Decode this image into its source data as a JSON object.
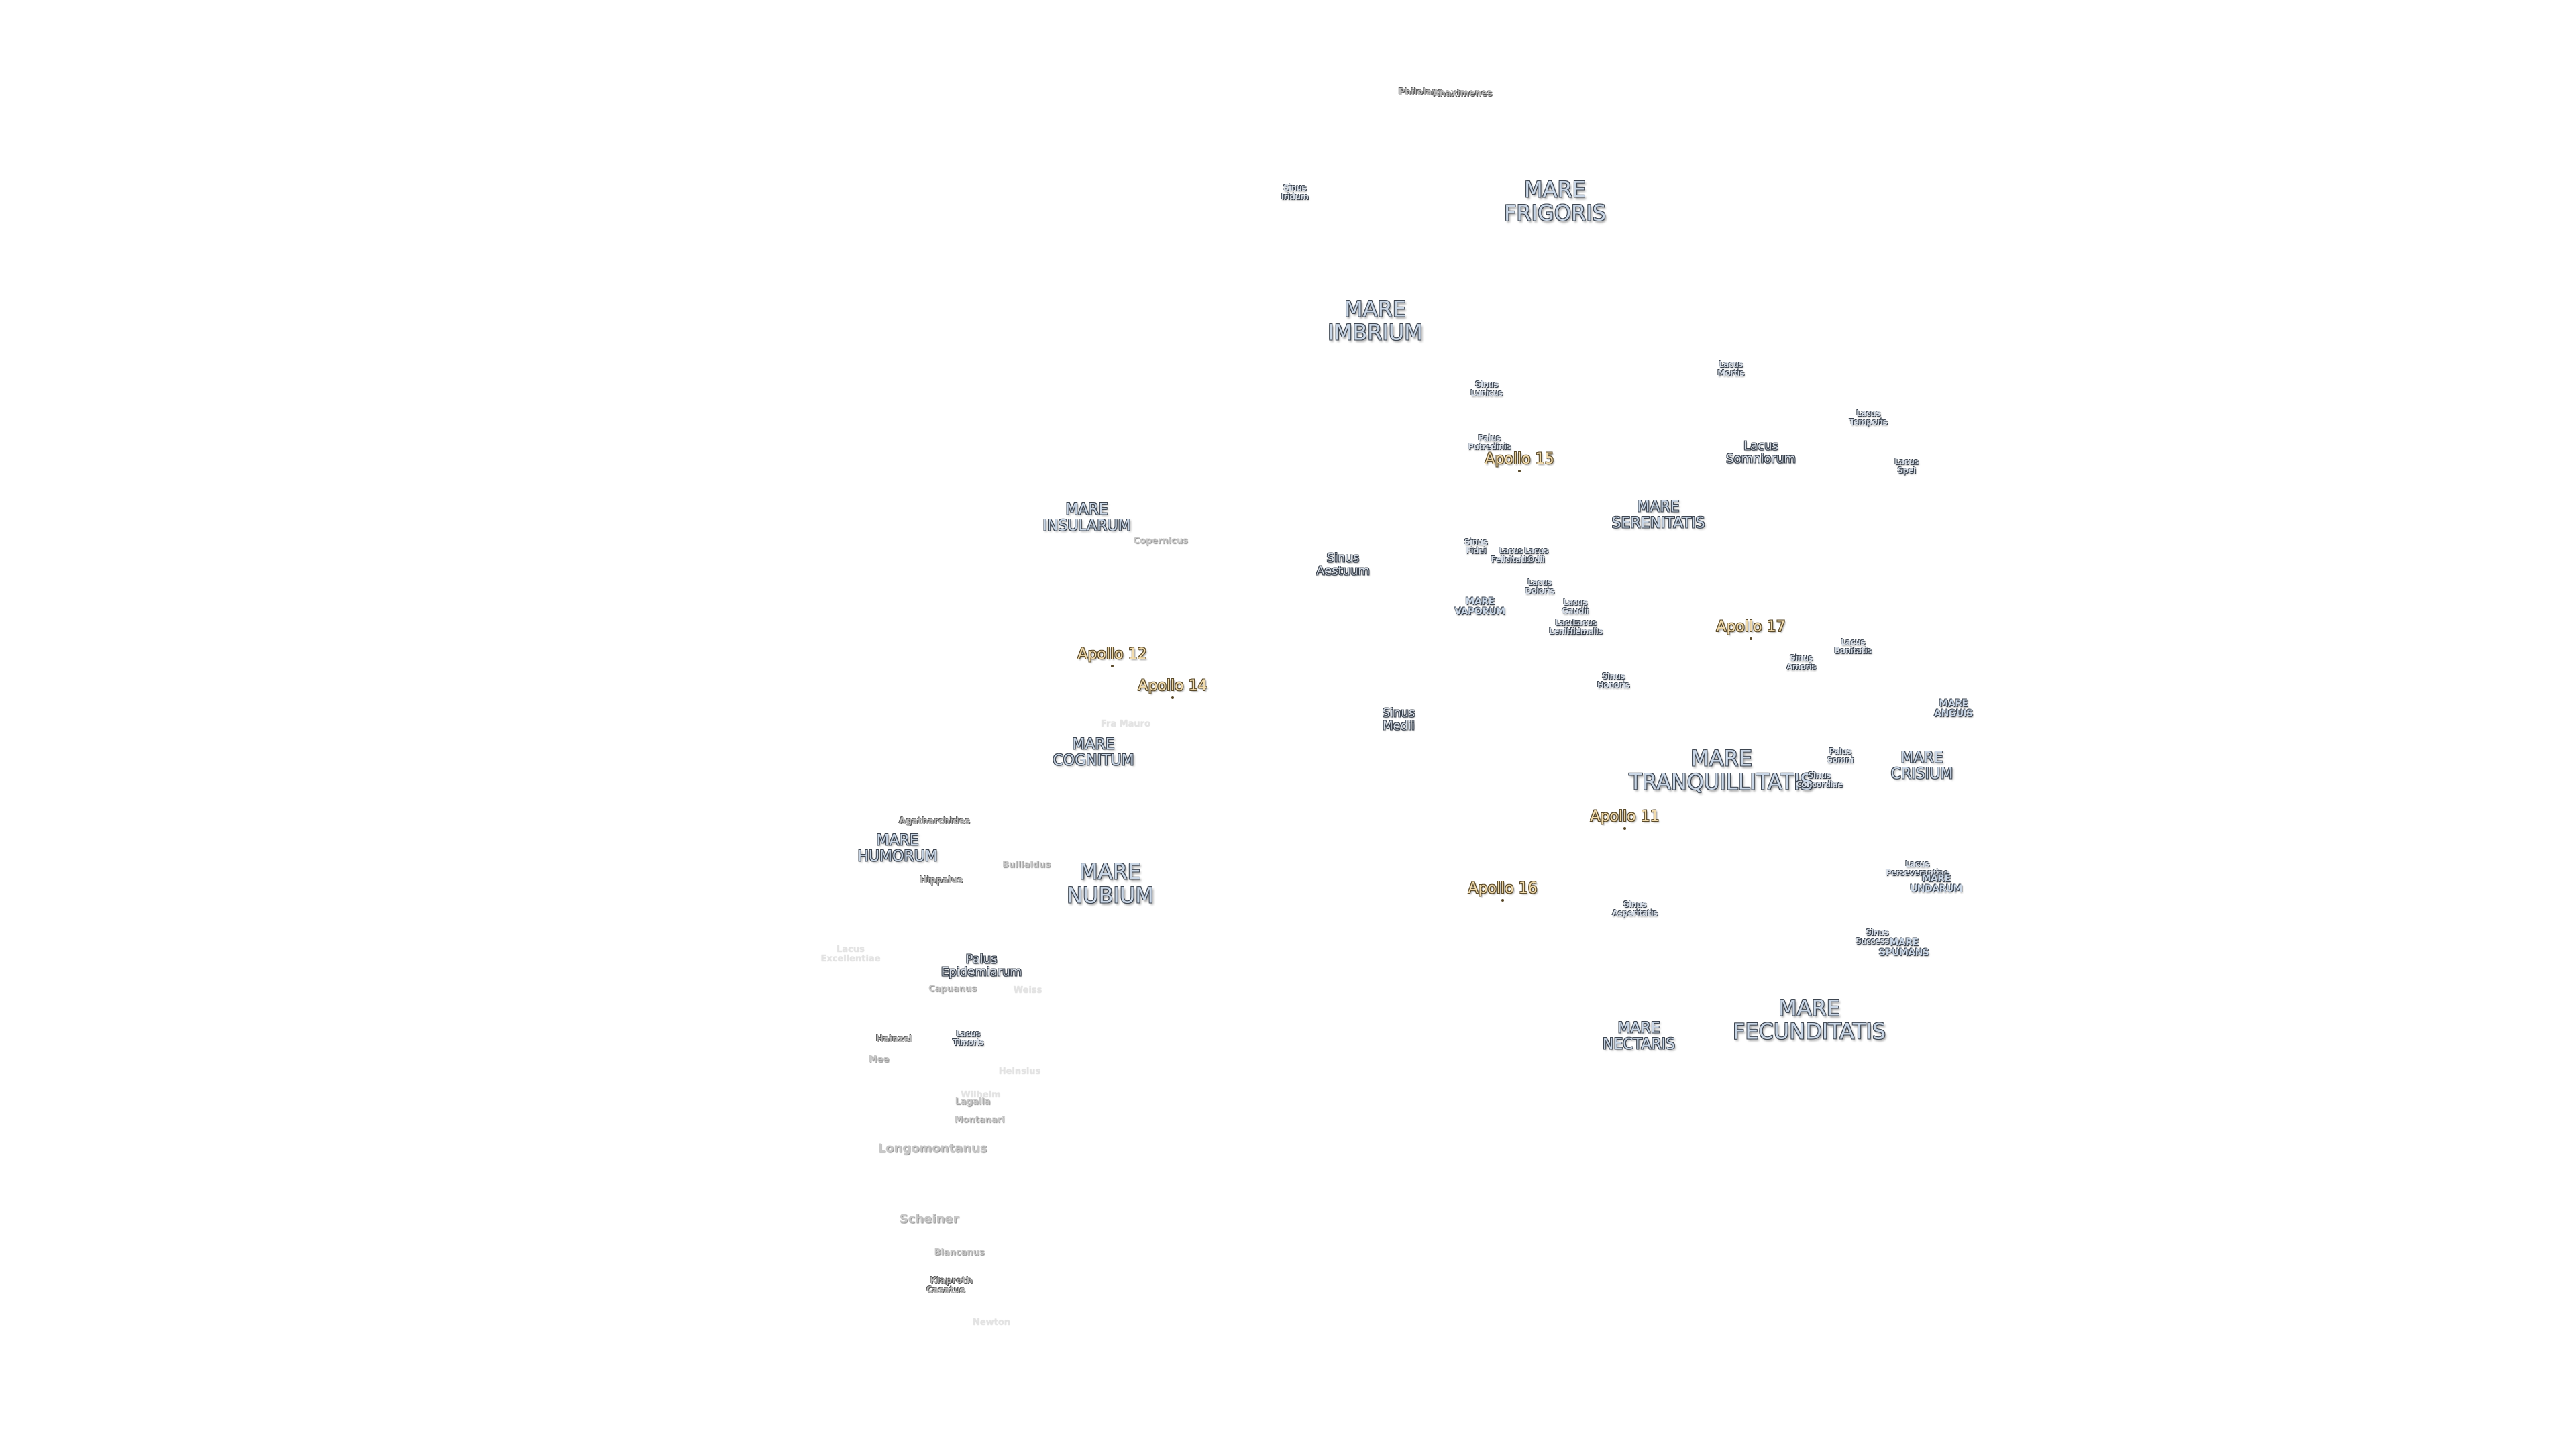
{
  "map": {
    "background": "#ffffff",
    "apollo_color": "#f2dcae",
    "label_color": "#c9d6e6"
  },
  "labels": {
    "philolaus": "Philolaus",
    "anaximenes": "Anaximenes",
    "mare_frigoris": [
      "MARE",
      "FRIGORIS"
    ],
    "sinus_iridum": [
      "Sinus",
      "Iridum"
    ],
    "mare_imbrium": [
      "MARE",
      "IMBRIUM"
    ],
    "sinus_lunicus": [
      "Sinus",
      "Lunicus"
    ],
    "lacus_mortis": [
      "Lacus",
      "Mortis"
    ],
    "palus_putredinis": [
      "Palus",
      "Putredinis"
    ],
    "apollo_15": "Apollo 15",
    "lacus_somniorum": [
      "Lacus",
      "Somniorum"
    ],
    "lacus_temporis": [
      "Lacus",
      "Temporis"
    ],
    "lacus_spei": [
      "Lacus",
      "Spei"
    ],
    "mare_insularum": [
      "MARE",
      "INSULARUM"
    ],
    "copernicus": "Copernicus",
    "mare_serenitatis": [
      "MARE",
      "SERENITATIS"
    ],
    "sinus_aestuum": [
      "Sinus",
      "Aestuum"
    ],
    "sinus_fidei": [
      "Sinus",
      "Fidei"
    ],
    "lacus_felicitatis": [
      "Lacus",
      "Felicitatis"
    ],
    "lacus_odii": [
      "Lacus",
      "Odii"
    ],
    "lacus_doloris": [
      "Lacus",
      "Doloris"
    ],
    "mare_vaporum": [
      "MARE",
      "VAPORUM"
    ],
    "lacus_gaudii": [
      "Lacus",
      "Gaudii"
    ],
    "lacus_lenitatis": [
      "Lacus",
      "Lenitatis"
    ],
    "lacus_hiemalis": [
      "Lacus",
      "Hiemalis"
    ],
    "apollo_17": "Apollo 17",
    "lacus_bonitatis": [
      "Lacus",
      "Bonitatis"
    ],
    "apollo_12": "Apollo 12",
    "sinus_amoris": [
      "Sinus",
      "Amoris"
    ],
    "apollo_14": "Apollo 14",
    "sinus_honoris": [
      "Sinus",
      "Honoris"
    ],
    "mare_anguis": [
      "MARE",
      "ANGUIS"
    ],
    "sinus_medii": [
      "Sinus",
      "Medii"
    ],
    "fra_mauro": "Fra Mauro",
    "mare_cognitum": [
      "MARE",
      "COGNITUM"
    ],
    "palus_somni": [
      "Palus",
      "Somni"
    ],
    "mare_tranquillitatis": [
      "MARE",
      "TRANQUILLITATIS"
    ],
    "sinus_concordiae": [
      "Sinus",
      "Concordiae"
    ],
    "mare_crisium": [
      "MARE",
      "CRISIUM"
    ],
    "apollo_11": "Apollo 11",
    "agatharchides": "Agatharchides",
    "mare_humorum": [
      "MARE",
      "HUMORUM"
    ],
    "bullialdus": "Bullialdus",
    "mare_nubium": [
      "MARE",
      "NUBIUM"
    ],
    "lacus_perseverantiae": [
      "Lacus",
      "Perseverantiae"
    ],
    "mare_undarum": [
      "MARE",
      "UNDARUM"
    ],
    "hippalus": "Hippalus",
    "apollo_16": "Apollo 16",
    "sinus_asperitatis": [
      "Sinus",
      "Asperitatis"
    ],
    "sinus_successus": [
      "Sinus",
      "Successus"
    ],
    "mare_spumans": [
      "MARE",
      "SPUMANS"
    ],
    "lacus_excellentiae": [
      "Lacus",
      "Excellentiae"
    ],
    "palus_epidemiarum": [
      "Palus",
      "Epidemiarum"
    ],
    "capuanus": "Capuanus",
    "weiss": "Weiss",
    "mare_fecunditatis": [
      "MARE",
      "FECUNDITATIS"
    ],
    "mare_nectaris": [
      "MARE",
      "NECTARIS"
    ],
    "hainzel": "Hainzel",
    "lacus_timoris": [
      "Lacus",
      "Timoris"
    ],
    "mee": "Mee",
    "heinsius": "Heinsius",
    "wilhelm": "Wilhelm",
    "lagalla": "Lagalla",
    "montanari": "Montanari",
    "longomontanus": "Longomontanus",
    "scheiner": "Scheiner",
    "blancanus": "Blancanus",
    "klaproth": "Klaproth",
    "casatus": "Casatus",
    "newton": "Newton"
  }
}
